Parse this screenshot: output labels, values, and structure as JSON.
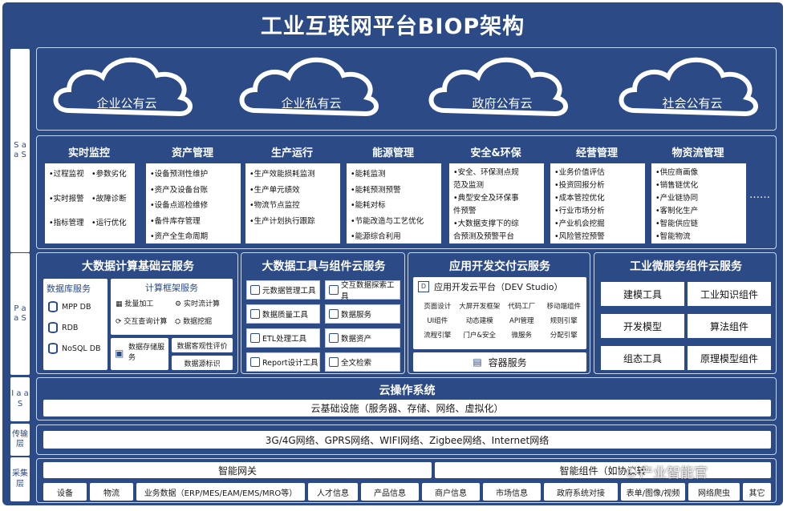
{
  "title": "工业互联网平台BIOP架构",
  "layers": {
    "saas": "S a a S",
    "paas": "P a a S",
    "iaas": "I a a S",
    "transport": "传输层",
    "collect": "采集层"
  },
  "clouds": [
    "企业公有云",
    "企业私有云",
    "政府公有云",
    "社会公有云"
  ],
  "saas_categories": [
    {
      "title": "实时监控",
      "items": [
        "•过程监视",
        "•参数劣化",
        "•实时报警",
        "•故障诊断",
        "•指标管理",
        "•运行优化"
      ]
    },
    {
      "title": "资产管理",
      "items": [
        "•设备预测性维护",
        "•资产及设备台账",
        "•设备点巡检维修",
        "•备件库存管理",
        "•资产全生命周期"
      ]
    },
    {
      "title": "生产运行",
      "items": [
        "•生产效能损耗监测",
        "•生产单元绩效",
        "•物流节点监控",
        "•生产计划执行跟踪"
      ]
    },
    {
      "title": "能源管理",
      "items": [
        "•能耗监测",
        "•能耗预测预警",
        "•能耗对标",
        "•节能改造与工艺优化",
        "•能源综合利用"
      ]
    },
    {
      "title": "安全&环保",
      "items": [
        "•安全、环保测点规",
        "范及监测",
        "•典型安全及环保事",
        "件预警",
        "•大数据支撑下的综",
        "合预测及预警平台"
      ]
    },
    {
      "title": "经营管理",
      "items": [
        "•业务价值评估",
        "•投资回报分析",
        "•成本管控优化",
        "•行业市场分析",
        "•产业机会挖掘",
        "•风险管控预警"
      ]
    },
    {
      "title": "物资流管理",
      "items": [
        "•供应商画像",
        "•销售链优化",
        "•产业链协同",
        "•客制化生产",
        "•智能供应链",
        "•智能物流"
      ]
    }
  ],
  "saas_more": "……",
  "paas": {
    "bigdata_compute": {
      "title": "大数据计算基础云服务",
      "db_title": "数据库服务",
      "dbs": [
        "MPP DB",
        "RDB",
        "NoSQL DB"
      ],
      "framework_title": "计算框架服务",
      "framework_items": [
        "批量加工",
        "实时流计算",
        "交互查询计算",
        "数据挖掘"
      ],
      "storage": "数据存储服务",
      "extra": [
        "数据客观性评价",
        "数据源标识"
      ]
    },
    "bigdata_tools": {
      "title": "大数据工具与组件云服务",
      "items": [
        "元数据管理工具",
        "交互数据探索工具",
        "数据质量工具",
        "数据服务",
        "ETL处理工具",
        "数据资产",
        "Report设计工具",
        "全文检索"
      ]
    },
    "app_dev": {
      "title": "应用开发交付云服务",
      "platform": "应用开发云平台（DEV Studio）",
      "grid": [
        "页面设计",
        "大屏开发框架",
        "代码工厂",
        "移动端组件",
        "UI组件",
        "动态建模",
        "API管理",
        "规则引擎",
        "流程引擎",
        "门户&安全",
        "微服务",
        "分配引擎"
      ],
      "container": "容器服务"
    },
    "micro": {
      "title": "工业微服务组件云服务",
      "items": [
        "建模工具",
        "工业知识组件",
        "开发模型",
        "算法组件",
        "组态工具",
        "原理模型组件"
      ]
    }
  },
  "iaas": {
    "title": "云操作系统",
    "infra": "云基础设施（服务器、存储、网络、虚拟化）"
  },
  "transport": "3G/4G网络、GPRS网络、WIFI网络、Zigbee网络、Internet网络",
  "collect": {
    "gateway": "智能网关",
    "component": "智能组件（如协议转",
    "sources": [
      "设备",
      "物流",
      "业务数据（ERP/MES/EAM/EMS/MRO等）",
      "人才信息",
      "产品信息",
      "商户信息",
      "市场信息",
      "政府系统对接",
      "表单/图像/视频",
      "网络爬虫",
      "其它"
    ]
  },
  "watermark": "产业智能官",
  "colors": {
    "frame": "#2c4a86",
    "panel_border": "#c9d6ef",
    "box": "#ffffff"
  }
}
